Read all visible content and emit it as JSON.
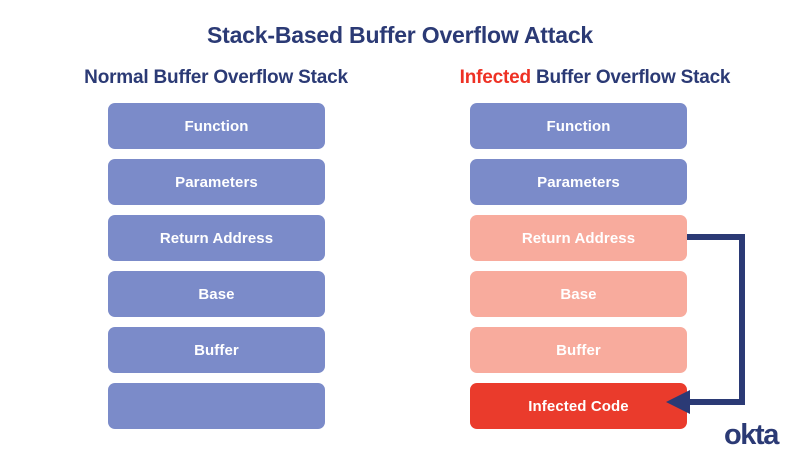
{
  "title": "Stack-Based Buffer Overflow Attack",
  "columns": {
    "left": {
      "heading_prefix": "Normal",
      "heading_rest": " Buffer Overflow Stack",
      "cells": [
        {
          "label": "Function",
          "color": "blue"
        },
        {
          "label": "Parameters",
          "color": "blue"
        },
        {
          "label": "Return Address",
          "color": "blue"
        },
        {
          "label": "Base",
          "color": "blue"
        },
        {
          "label": "Buffer",
          "color": "blue"
        },
        {
          "label": "",
          "color": "blue"
        }
      ]
    },
    "right": {
      "heading_prefix": "Infected",
      "heading_rest": " Buffer Overflow Stack",
      "cells": [
        {
          "label": "Function",
          "color": "blue"
        },
        {
          "label": "Parameters",
          "color": "blue"
        },
        {
          "label": "Return Address",
          "color": "salmon"
        },
        {
          "label": "Base",
          "color": "salmon"
        },
        {
          "label": "Buffer",
          "color": "salmon"
        },
        {
          "label": "Infected Code",
          "color": "red"
        }
      ]
    }
  },
  "annotation": {
    "arrow_label": "return-address-to-infected-code",
    "arrow_color": "#2b3a75"
  },
  "logo": {
    "text": "okta"
  },
  "colors": {
    "navy": "#2b3a75",
    "red": "#ea3b2c",
    "heading_red": "#ee3124",
    "blue_block": "#7b8bc9",
    "salmon_block": "#f8ab9d",
    "background": "#ffffff",
    "block_text": "#ffffff"
  }
}
